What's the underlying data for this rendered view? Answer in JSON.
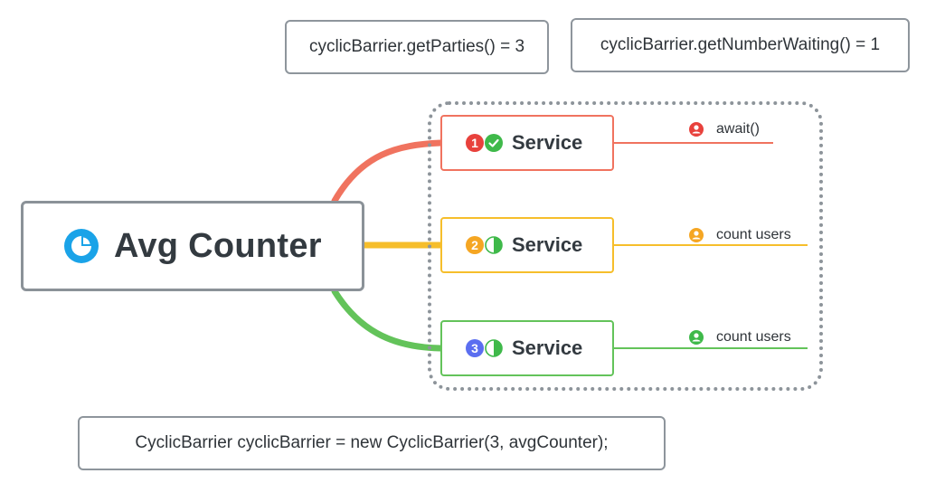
{
  "top_notes": {
    "parties": "cyclicBarrier.getParties() = 3",
    "waiting": "cyclicBarrier.getNumberWaiting() = 1"
  },
  "root": {
    "title": "Avg Counter",
    "icon": "pie-chart-icon",
    "icon_color": "#1aa3e8"
  },
  "services": [
    {
      "number": "1",
      "label": "Service",
      "status": "check-circle-icon",
      "color": "#e8413c",
      "branch_color": "#f0735f",
      "branch_label": "await()",
      "status_color": "#3fb94a"
    },
    {
      "number": "2",
      "label": "Service",
      "status": "half-pie-icon",
      "color": "#f5a623",
      "branch_color": "#f6be2b",
      "branch_label": "count users",
      "status_color": "#3fb94a"
    },
    {
      "number": "3",
      "label": "Service",
      "status": "quarter-pie-icon",
      "color": "#5b6ef0",
      "branch_color": "#63c35a",
      "branch_label": "count users",
      "status_color": "#3fb94a"
    }
  ],
  "code": "CyclicBarrier cyclicBarrier = new CyclicBarrier(3, avgCounter);"
}
